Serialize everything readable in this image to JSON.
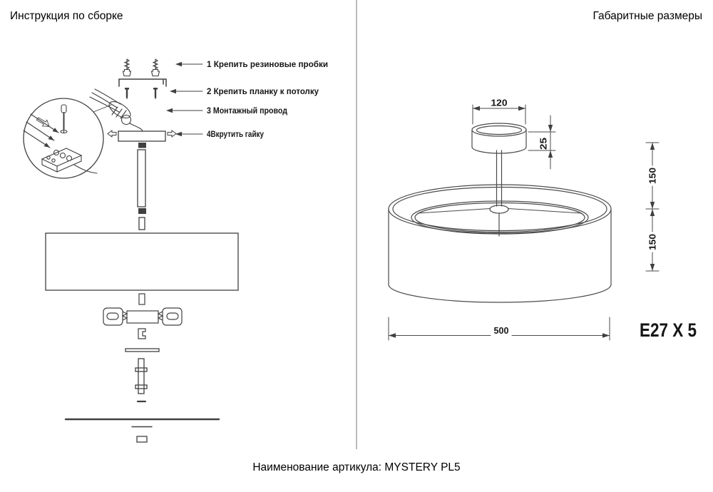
{
  "page": {
    "left_title": "Инструкция по сборке",
    "right_title": "Габаритные размеры",
    "footer": "Наименование артикула: MYSTERY PL5"
  },
  "instructions": {
    "steps": [
      "1  Крепить резиновые пробки",
      "2  Крепить планку к потолку",
      "3  Монтажный провод",
      "4Вкрутить гайку"
    ]
  },
  "dimensions": {
    "canopy_width": "120",
    "canopy_height": "25",
    "rod_height": "150",
    "shade_height": "150",
    "shade_diameter": "500",
    "lamp_sockets": "E27 X 5"
  },
  "colors": {
    "line": "#404040",
    "text": "#161616",
    "divider": "#7a7a7a"
  }
}
